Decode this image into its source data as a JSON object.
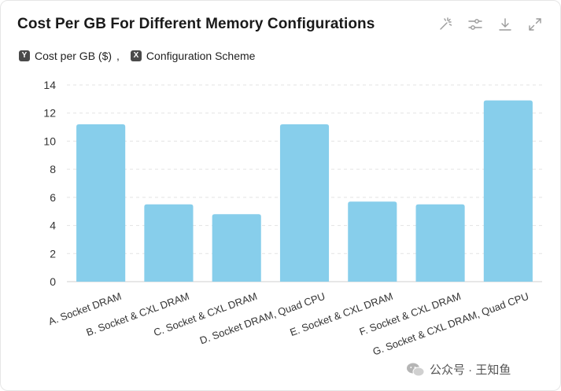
{
  "header": {
    "title": "Cost Per GB For Different Memory Configurations"
  },
  "toolbar": {
    "icons": [
      "magic-icon",
      "sliders-icon",
      "download-icon",
      "expand-icon"
    ]
  },
  "legend": {
    "y_key": "Y",
    "y_label": "Cost per GB ($)",
    "separator": ",",
    "x_key": "X",
    "x_label": "Configuration Scheme"
  },
  "watermark": {
    "text": "公众号 · 王知鱼"
  },
  "chart_data": {
    "type": "bar",
    "categories": [
      "A. Socket DRAM",
      "B. Socket & CXL DRAM",
      "C. Socket & CXL DRAM",
      "D. Socket DRAM, Quad CPU",
      "E. Socket & CXL DRAM",
      "F. Socket & CXL DRAM",
      "G. Socket & CXL DRAM, Quad CPU"
    ],
    "values": [
      11.2,
      5.5,
      4.8,
      11.2,
      5.7,
      5.5,
      12.9
    ],
    "yticks": [
      "0",
      "2",
      "4",
      "6",
      "8",
      "10",
      "12",
      "14"
    ],
    "ylim": [
      0,
      14
    ],
    "grid": true,
    "bar_color": "#87ceeb"
  }
}
